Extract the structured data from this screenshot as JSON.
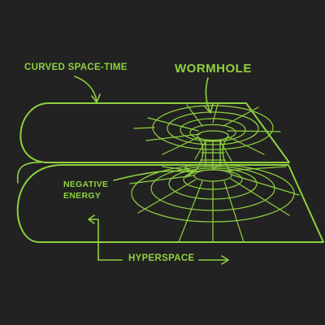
{
  "labels": {
    "curved_space_time": "CURVED SPACE-TIME",
    "wormhole": "WORMHOLE",
    "negative_energy_line1": "NEGATIVE",
    "negative_energy_line2": "ENERGY",
    "hyperspace": "HYPERSPACE"
  },
  "colors": {
    "background": "#222222",
    "line": "#8fd13f"
  }
}
